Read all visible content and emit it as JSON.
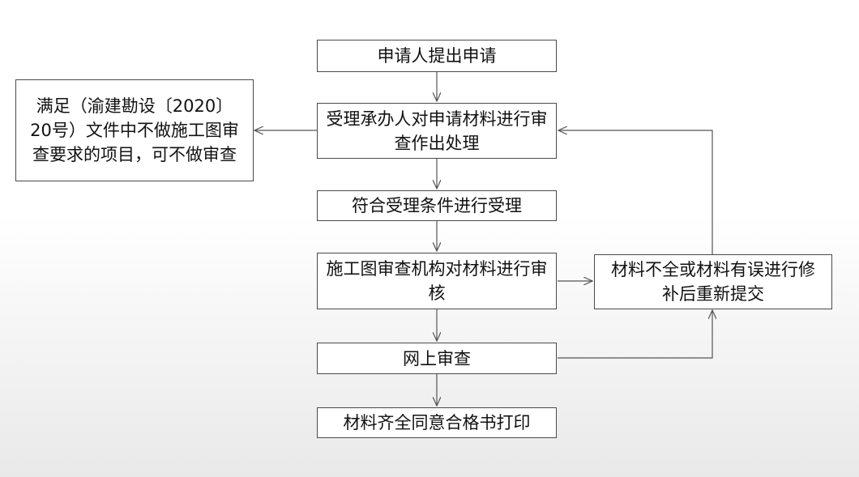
{
  "colors": {
    "box_border": "#4a4a4a",
    "connector": "#555555",
    "text": "#111111",
    "background": "#ffffff"
  },
  "flow": {
    "apply": "申请人提出申请",
    "review_handle": "受理承办人对申请材料进行审查作出处理",
    "exempt": "满足（渝建勘设〔2020〕20号）文件中不做施工图审查要求的项目，可不做审查",
    "accept": "符合受理条件进行受理",
    "institution_review": "施工图审查机构对材料进行审核",
    "supplement": "材料不全或材料有误进行修补后重新提交",
    "online_review": "网上审查",
    "print": "材料齐全同意合格书打印"
  }
}
